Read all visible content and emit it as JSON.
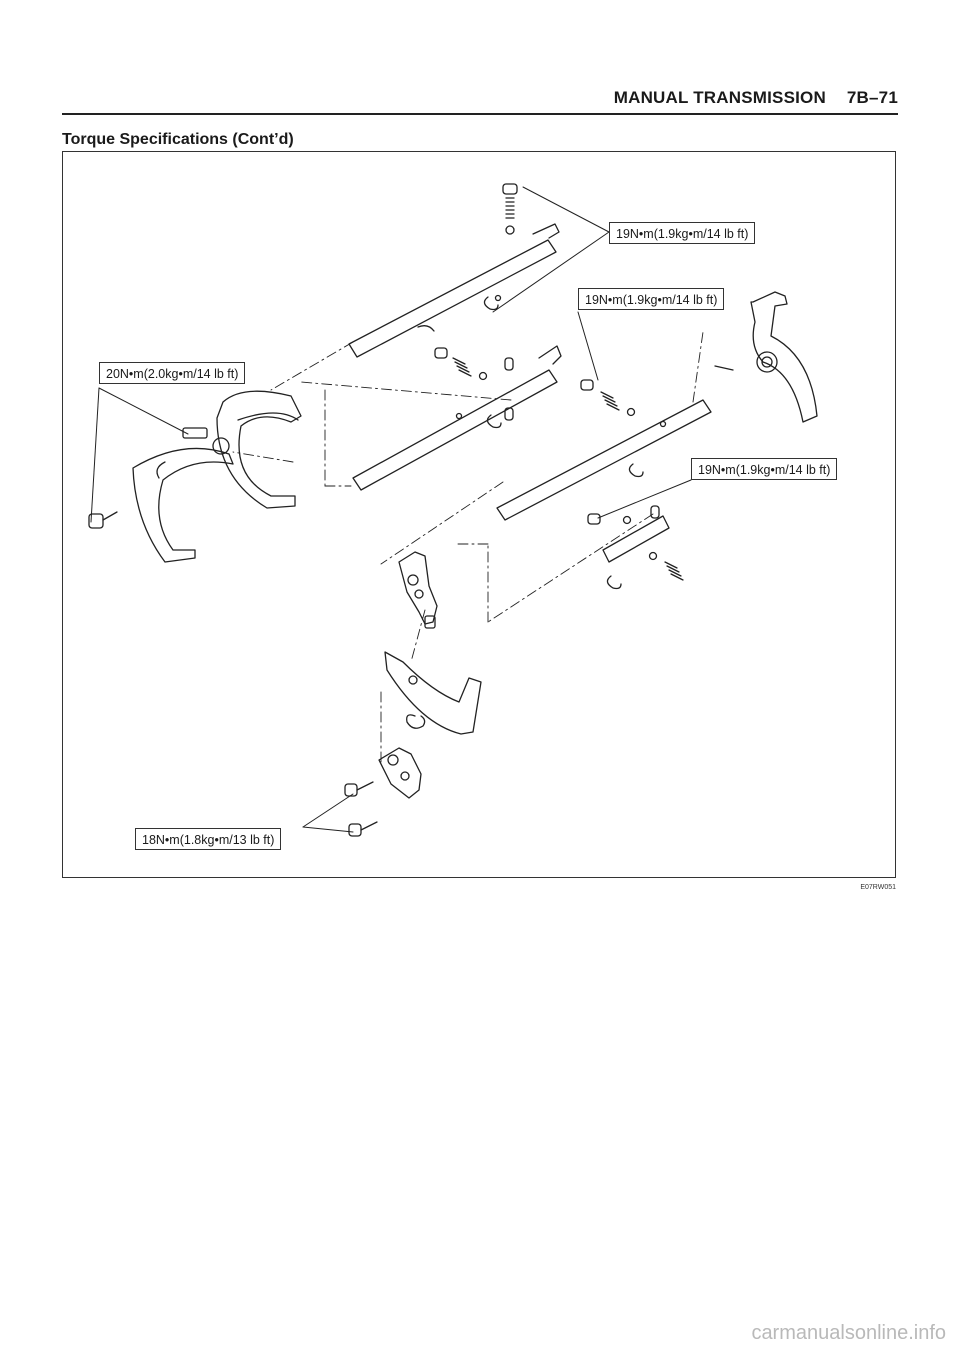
{
  "header": {
    "section": "MANUAL TRANSMISSION",
    "page": "7B–71"
  },
  "page_title": "Torque Specifications (Cont’d)",
  "figure": {
    "callouts": [
      "19N•m(1.9kg•m/14 lb ft)",
      "19N•m(1.9kg•m/14 lb ft)",
      "20N•m(2.0kg•m/14 lb ft)",
      "19N•m(1.9kg•m/14 lb ft)",
      "18N•m(1.8kg•m/13 lb ft)"
    ],
    "figure_id": "E07RW051"
  },
  "watermark": "carmanualsonline.info"
}
